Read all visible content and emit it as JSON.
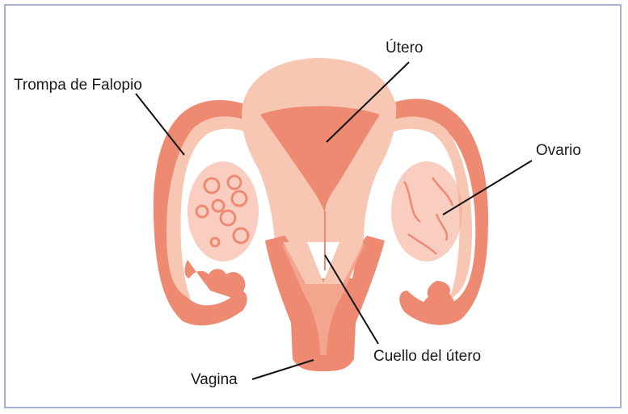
{
  "labels": {
    "utero": "Útero",
    "trompa": "Trompa de Falopio",
    "ovario": "Ovario",
    "cuello": "Cuello del útero",
    "vagina": "Vagina"
  },
  "colors": {
    "frame_border": "#a9b0d8",
    "tissue_light": "#f8c7b3",
    "tissue_dark": "#ee8a72",
    "tissue_mid": "#f4a58d",
    "leader_line": "#111111"
  }
}
